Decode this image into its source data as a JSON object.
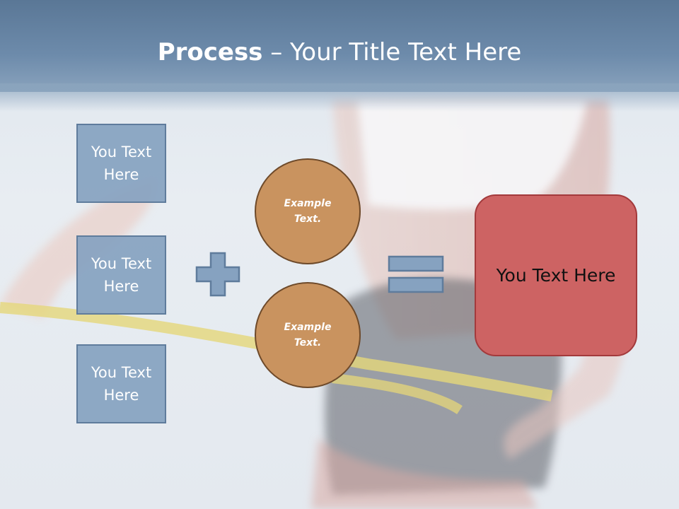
{
  "title": {
    "bold": "Process",
    "rest": " – Your Title Text Here"
  },
  "boxes": [
    {
      "label": "You Text Here"
    },
    {
      "label": "You Text Here"
    },
    {
      "label": "You Text Here"
    }
  ],
  "circles": [
    {
      "label": "Example Text."
    },
    {
      "label": "Example Text."
    }
  ],
  "result": {
    "label": "You Text Here"
  },
  "icons": {
    "plus": "plus-icon",
    "equals": "equals-icon"
  },
  "colors": {
    "header": "#6d8bab",
    "box_fill": "#86a2c0",
    "box_border": "#5f7c9c",
    "circle_fill": "#c9935f",
    "circle_border": "#6e4a2a",
    "result_fill": "#cd6363",
    "result_border": "#a33a3c"
  }
}
